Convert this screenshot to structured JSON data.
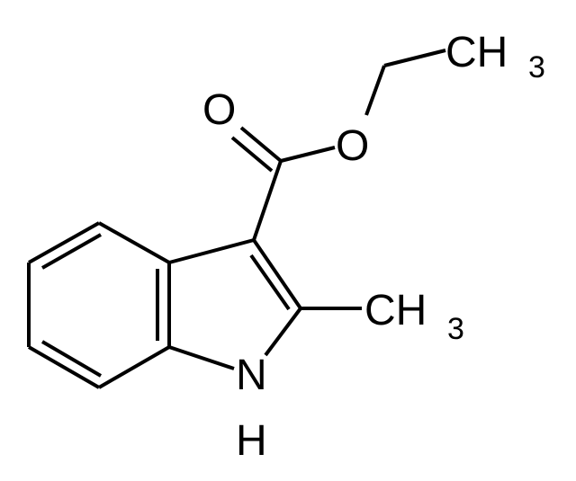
{
  "molecule": {
    "labels": {
      "carbonyl_o": "O",
      "ester_o": "O",
      "ethyl": {
        "main": "CH",
        "sub": "3"
      },
      "methyl": {
        "main": "CH",
        "sub": "3"
      },
      "nh_n": "N",
      "nh_h": "H"
    }
  }
}
